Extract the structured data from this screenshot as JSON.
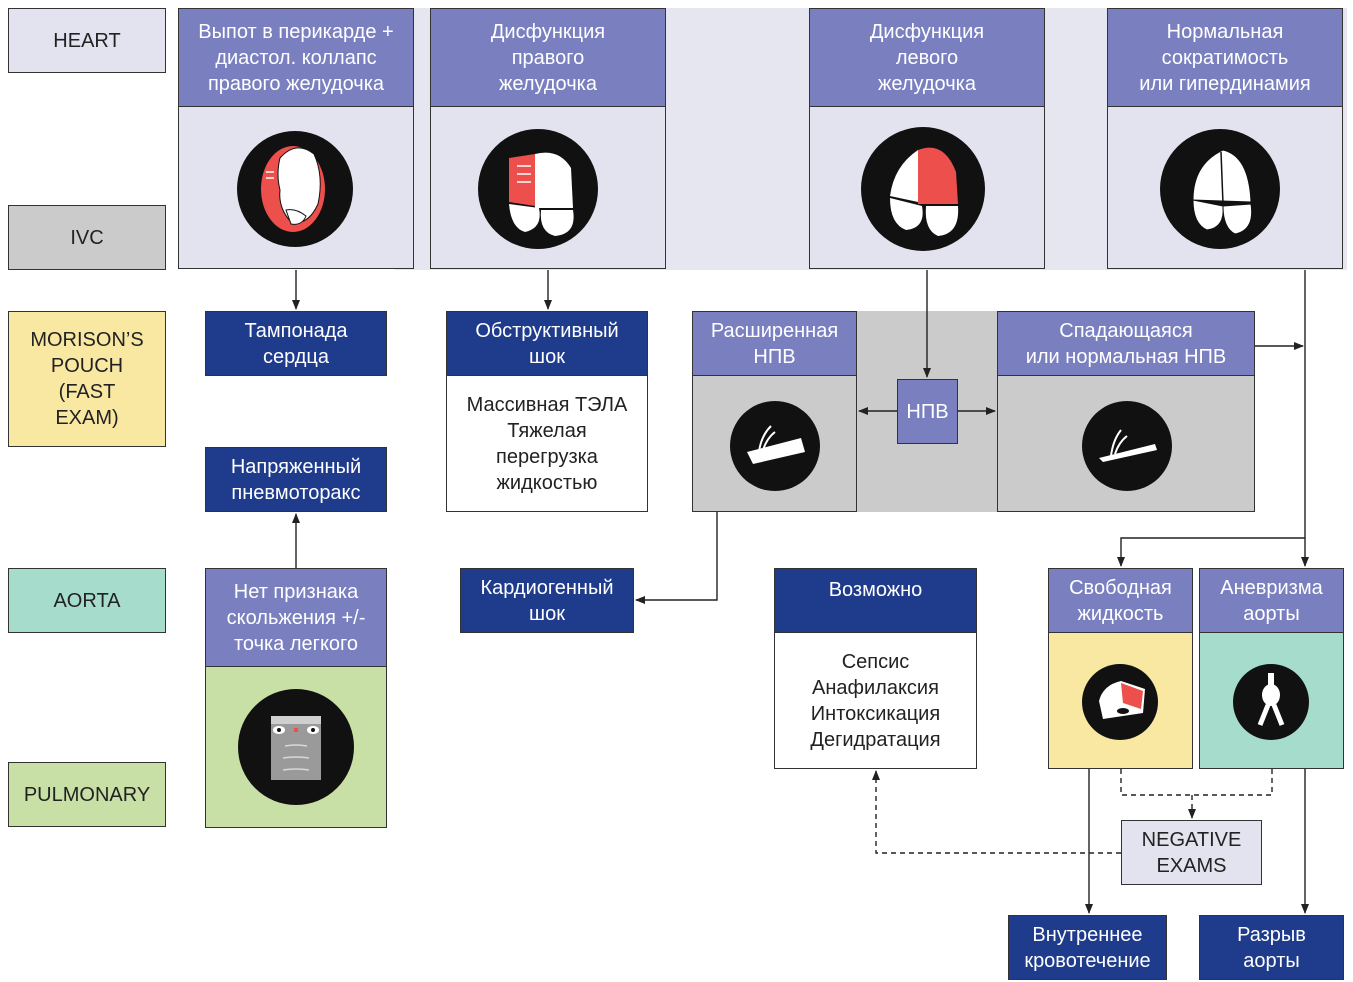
{
  "legend": {
    "heart": "HEART",
    "ivc": "IVC",
    "morison": "MORISON’S\nPOUCH\n(FAST\nEXAM)",
    "aorta": "AORTA",
    "pulmonary": "PULMONARY"
  },
  "colors": {
    "heart": "#e3e3ef",
    "ivc": "#cbcbcb",
    "morison": "#f9e8a2",
    "aorta": "#a6dccb",
    "pulmonary": "#c8dfa5",
    "header": "#7a7fc0",
    "navy": "#1f3b8c",
    "red": "#ed4f4c"
  },
  "heart_cards": {
    "tamponade": "Выпот в перикарде +\nдиастол. коллапс\nправого желудочка",
    "rv": "Дисфункция\nправого\nжелудочка",
    "lv": "Дисфункция\nлевого\nжелудочка",
    "normal": "Нормальная\nсократимость\nили гипердинамия"
  },
  "outcomes": {
    "tamponade": "Тампонада\nсердца",
    "obstructive": "Обструктивный\nшок",
    "obstructive_causes": "Массивная ТЭЛА\nТяжелая\nперегрузка\nжидкостью",
    "pneumothorax": "Напряженный\nпневмоторакс",
    "cardiogenic": "Кардиогенный\nшок",
    "possible": "Возможно",
    "possible_causes": "Сепсис\nАнафилаксия\nИнтоксикация\nДегидратация",
    "internal_bleeding": "Внутреннее\nкровотечение",
    "aortic_rupture": "Разрыв\nаорты"
  },
  "ivc": {
    "dilated": "Расширенная\nНПВ",
    "collapsing": "Спадающаяся\nили нормальная НПВ",
    "center": "НПВ"
  },
  "pulmonary_card": "Нет признака\nскольжения +/-\nточка легкого",
  "fast_card": "Свободная\nжидкость",
  "aorta_card": "Аневризма\nаорты",
  "negative": "NEGATIVE\nEXAMS"
}
